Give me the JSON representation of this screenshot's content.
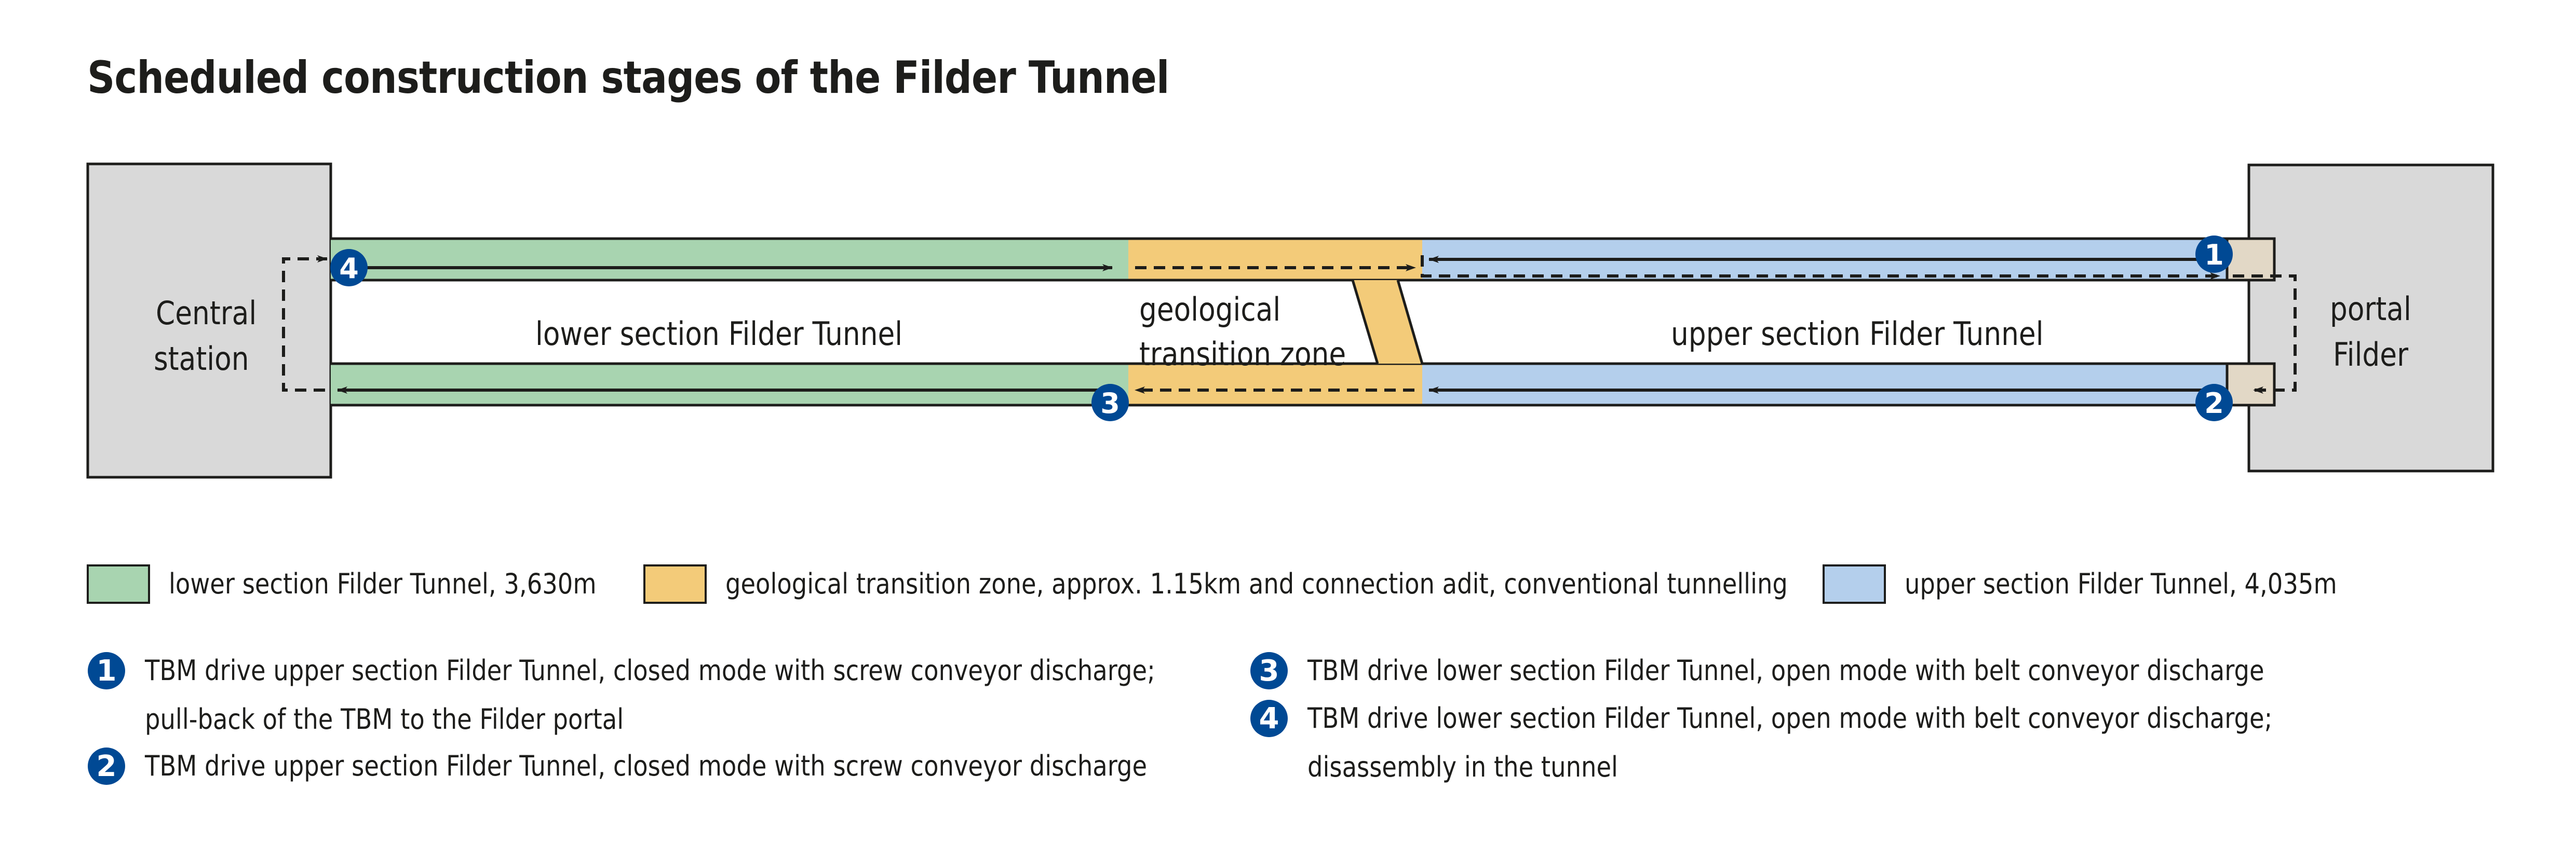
{
  "title": "Scheduled construction stages of the Filder Tunnel",
  "colors": {
    "lower_section": "#a8d4b0",
    "transition_zone": "#f3cb79",
    "upper_section": "#b4cfec",
    "portal_block": "#e2d8c6",
    "station_box": "#d9d9d9",
    "badge": "#004994",
    "line": "#1d1d1b"
  },
  "diagram": {
    "central_station": [
      "Central",
      "station"
    ],
    "portal_filder": [
      "portal",
      "Filder"
    ],
    "lower_section_label": "lower section Filder Tunnel",
    "transition_zone_label": [
      "geological",
      "transition zone"
    ],
    "upper_section_label": "upper section Filder Tunnel",
    "badges": {
      "b1": "1",
      "b2": "2",
      "b3": "3",
      "b4": "4"
    }
  },
  "legend": [
    {
      "swatch": "lower_section",
      "text": "lower section Filder Tunnel, 3,630m"
    },
    {
      "swatch": "transition_zone",
      "text": "geological transition zone, approx. 1.15km and connection adit, conventional tunnelling"
    },
    {
      "swatch": "upper_section",
      "text": "upper section Filder Tunnel, 4,035m"
    }
  ],
  "notes": [
    {
      "number": "1",
      "lines": [
        "TBM drive upper section Filder Tunnel, closed mode with screw conveyor discharge;",
        "pull-back of the TBM to the Filder portal"
      ]
    },
    {
      "number": "2",
      "lines": [
        "TBM drive upper section Filder Tunnel, closed mode with screw conveyor discharge"
      ]
    },
    {
      "number": "3",
      "lines": [
        "TBM drive lower section Filder Tunnel, open mode with belt conveyor discharge"
      ]
    },
    {
      "number": "4",
      "lines": [
        "TBM drive lower section Filder Tunnel, open mode with belt conveyor discharge;",
        "disassembly in the tunnel"
      ]
    }
  ]
}
